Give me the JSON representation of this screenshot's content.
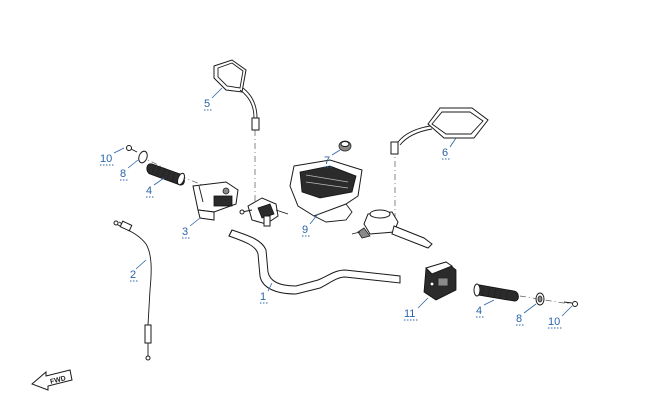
{
  "callouts": [
    {
      "id": "1",
      "text": "1"
    },
    {
      "id": "2",
      "text": "2"
    },
    {
      "id": "3",
      "text": "3"
    },
    {
      "id": "4a",
      "text": "4"
    },
    {
      "id": "4b",
      "text": "4"
    },
    {
      "id": "5",
      "text": "5"
    },
    {
      "id": "6",
      "text": "6"
    },
    {
      "id": "7",
      "text": "7"
    },
    {
      "id": "8a",
      "text": "8"
    },
    {
      "id": "8b",
      "text": "8"
    },
    {
      "id": "9",
      "text": "9"
    },
    {
      "id": "10a",
      "text": "10"
    },
    {
      "id": "10b",
      "text": "10"
    },
    {
      "id": "11",
      "text": "11"
    }
  ],
  "fwd_label": "FWD",
  "colors": {
    "callout": "#2a64a8",
    "line": "#1a1a1a"
  }
}
